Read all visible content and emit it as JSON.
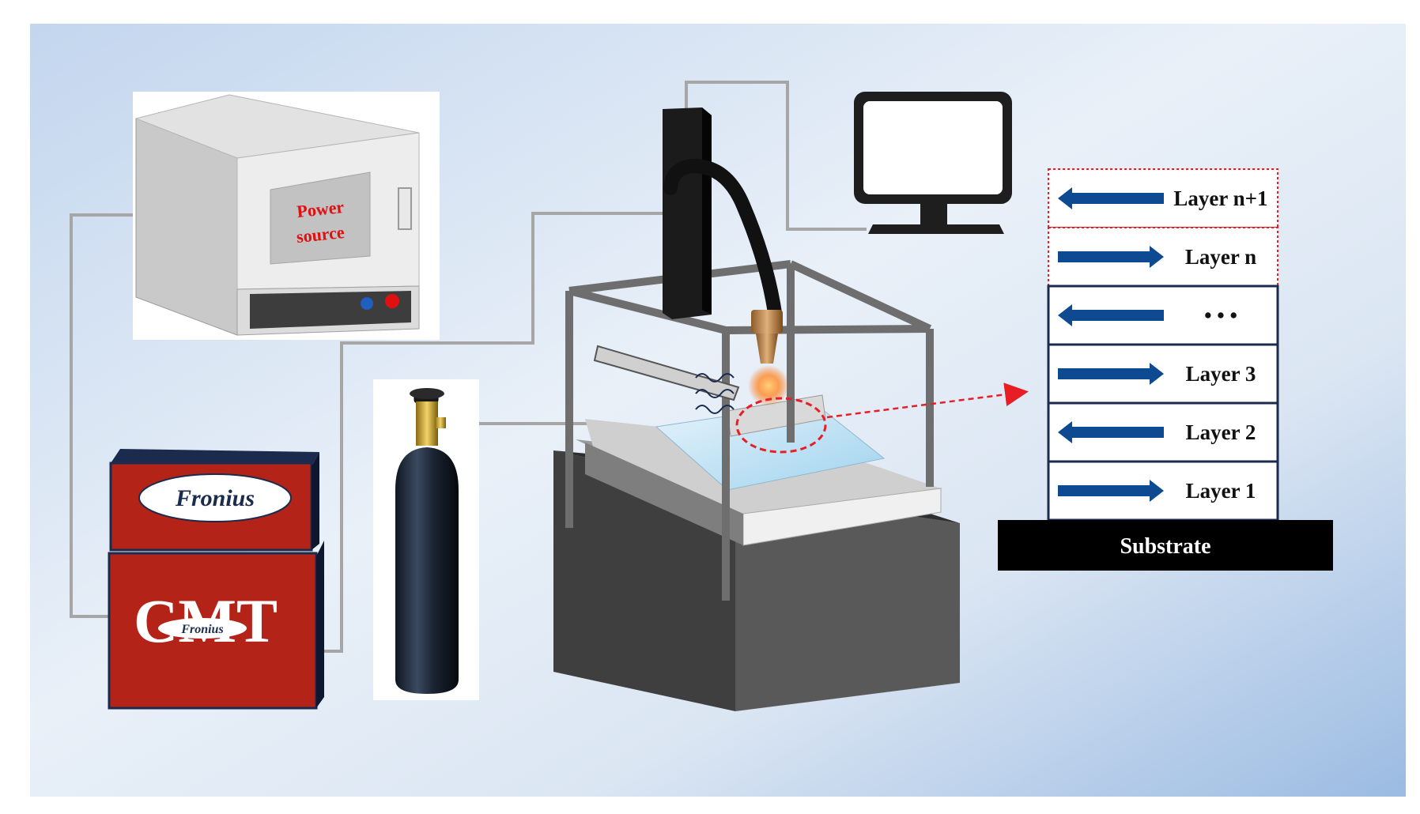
{
  "power_source": {
    "label_line1": "Power",
    "label_line2": "source"
  },
  "fronius_box": {
    "top_label": "Fronius",
    "cmt_label": "CMT",
    "cmt_sub_label": "Fronius"
  },
  "layers": [
    {
      "label": "Layer n+1",
      "direction": "left",
      "highlighted": true
    },
    {
      "label": "Layer n",
      "direction": "right",
      "highlighted": true
    },
    {
      "label": "•   •   •",
      "direction": "left",
      "highlighted": false
    },
    {
      "label": "Layer 3",
      "direction": "right",
      "highlighted": false
    },
    {
      "label": "Layer 2",
      "direction": "left",
      "highlighted": false
    },
    {
      "label": "Layer 1",
      "direction": "right",
      "highlighted": false
    }
  ],
  "substrate": {
    "label": "Substrate"
  },
  "colors": {
    "background_start": "#c5d8ee",
    "background_end": "#edf3fa",
    "arrow_blue": "#0d4a91",
    "highlight_red": "#e81e25",
    "fronius_red": "#b42318",
    "machine_dark": "#4d4d4d",
    "cable_gray": "#a6a6a6"
  }
}
